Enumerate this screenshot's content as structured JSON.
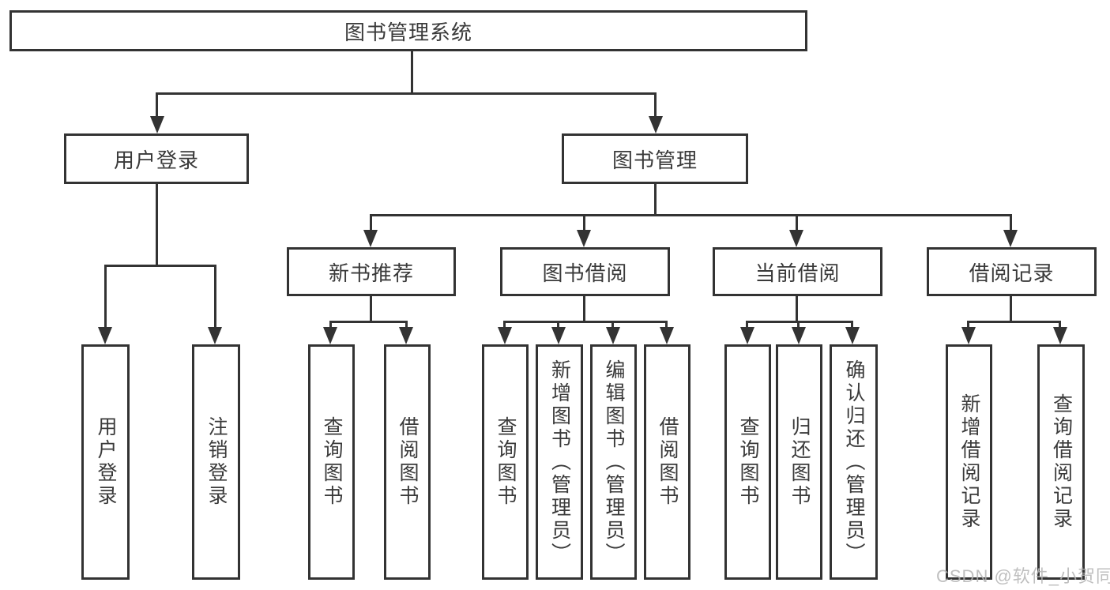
{
  "diagram": {
    "root": {
      "label": "图书管理系统",
      "children": [
        {
          "label": "用户登录",
          "children": [
            {
              "label": "用户登录"
            },
            {
              "label": "注销登录"
            }
          ]
        },
        {
          "label": "图书管理",
          "children": [
            {
              "label": "新书推荐",
              "children": [
                {
                  "label": "查询图书"
                },
                {
                  "label": "借阅图书"
                }
              ]
            },
            {
              "label": "图书借阅",
              "children": [
                {
                  "label": "查询图书"
                },
                {
                  "label": "新增图书（管理员）"
                },
                {
                  "label": "编辑图书（管理员）"
                },
                {
                  "label": "借阅图书"
                }
              ]
            },
            {
              "label": "当前借阅",
              "children": [
                {
                  "label": "查询图书"
                },
                {
                  "label": "归还图书"
                },
                {
                  "label": "确认归还（管理员）"
                }
              ]
            },
            {
              "label": "借阅记录",
              "children": [
                {
                  "label": "新增借阅记录"
                },
                {
                  "label": "查询借阅记录"
                }
              ]
            }
          ]
        }
      ]
    }
  },
  "watermark": {
    "text": "CSDN @软件_小贺同学"
  },
  "colors": {
    "line": "#333333",
    "text": "#3a3a3a",
    "background": "#ffffff",
    "watermark": "#b4b4b4"
  }
}
